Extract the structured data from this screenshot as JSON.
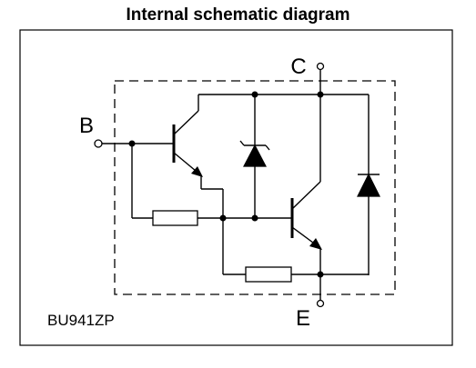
{
  "title": "Internal schematic diagram",
  "terminals": {
    "collector": "C",
    "base": "B",
    "emitter": "E"
  },
  "part_number": "BU941ZP"
}
